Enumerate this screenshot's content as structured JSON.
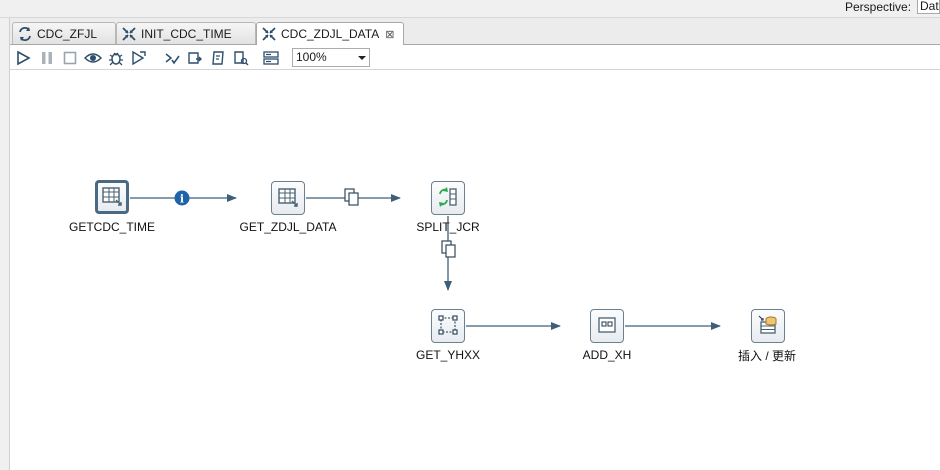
{
  "header": {
    "perspective_label": "Perspective:",
    "perspective_value": "Data Integration"
  },
  "tabs": [
    {
      "label": "CDC_ZFJL",
      "icon": "job-icon",
      "active": false
    },
    {
      "label": "INIT_CDC_TIME",
      "icon": "transformation-icon",
      "active": false
    },
    {
      "label": "CDC_ZDJL_DATA",
      "icon": "transformation-icon",
      "active": true,
      "close": "⊠"
    }
  ],
  "toolbar": {
    "buttons": [
      "run-icon",
      "pause-icon",
      "stop-icon",
      "preview-icon",
      "debug-icon",
      "replay-icon",
      "verify-icon",
      "impact-icon",
      "sql-icon",
      "explore-db-icon",
      "show-results-icon"
    ],
    "zoom_value": "100%"
  },
  "steps": [
    {
      "id": "getcdc",
      "label": "GETCDC_TIME",
      "icon": "table-input-icon"
    },
    {
      "id": "getzdjl",
      "label": "GET_ZDJL_DATA",
      "icon": "table-input-icon"
    },
    {
      "id": "split",
      "label": "SPLIT_JCR",
      "icon": "split-fields-icon"
    },
    {
      "id": "getyhxx",
      "label": "GET_YHXX",
      "icon": "lookup-icon"
    },
    {
      "id": "addxh",
      "label": "ADD_XH",
      "icon": "add-sequence-icon"
    },
    {
      "id": "insert",
      "label": "插入 / 更新",
      "icon": "insert-update-icon"
    }
  ],
  "hops": [
    {
      "from": "getcdc",
      "to": "getzdjl",
      "marker": "info-icon"
    },
    {
      "from": "getzdjl",
      "to": "split",
      "marker": "copy-rows-icon"
    },
    {
      "from": "split",
      "to": "getyhxx",
      "marker": "copy-rows-icon"
    },
    {
      "from": "getyhxx",
      "to": "addxh",
      "marker": ""
    },
    {
      "from": "addxh",
      "to": "insert",
      "marker": ""
    }
  ],
  "colors": {
    "hop_line": "#3f5f78",
    "info_marker": "#1f63a8",
    "step_border": "#6b8091"
  }
}
